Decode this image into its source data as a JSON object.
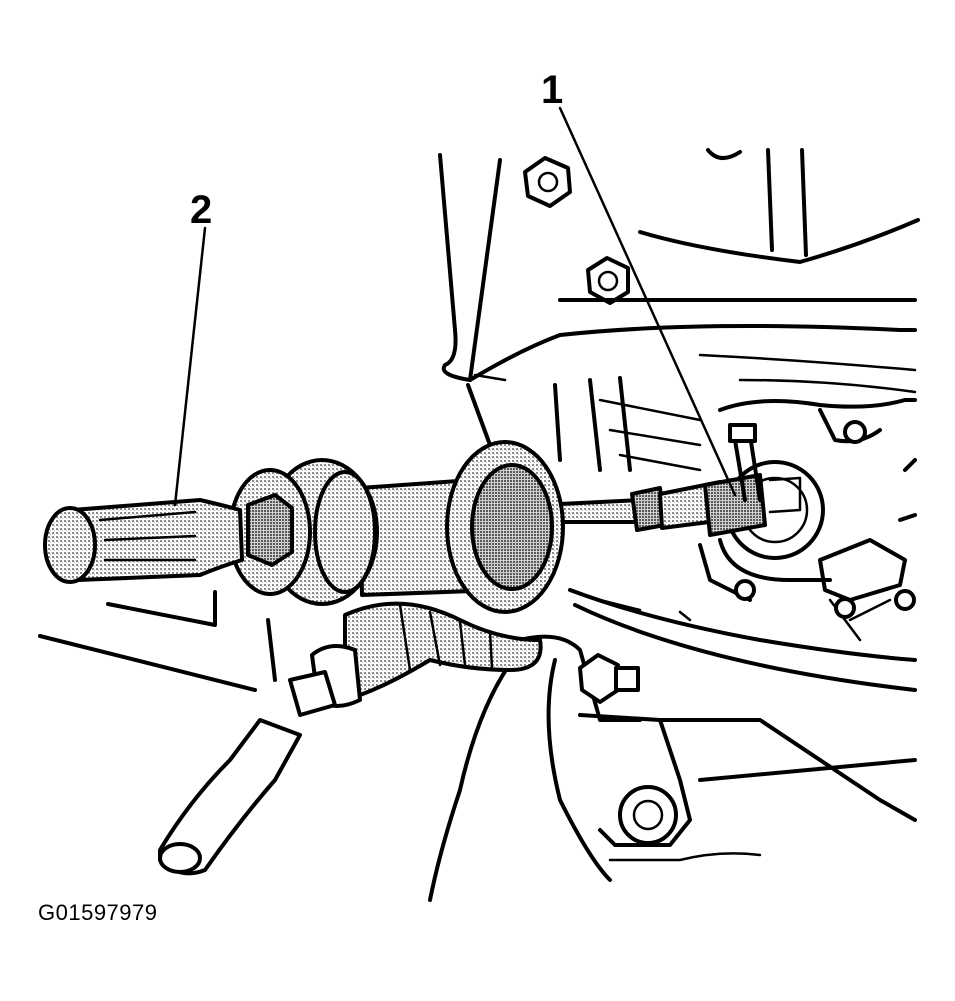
{
  "diagram": {
    "callouts": [
      {
        "id": "1",
        "label": "1"
      },
      {
        "id": "2",
        "label": "2"
      }
    ],
    "figure_id": "G01597979"
  },
  "colors": {
    "ink": "#000000",
    "paper": "#ffffff",
    "stipple": "#9a9a9a"
  }
}
